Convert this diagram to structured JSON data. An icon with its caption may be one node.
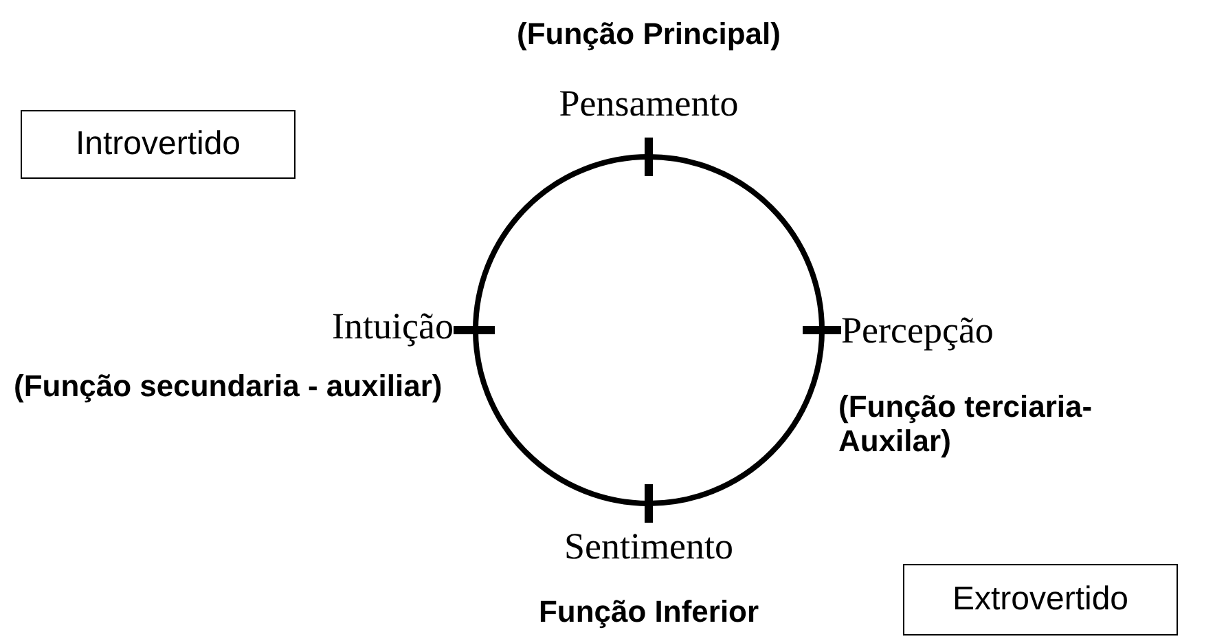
{
  "diagram": {
    "nodes": [
      {
        "text": [
          "Introvertido"
        ]
      },
      {
        "text": [],
        "shape": "circle"
      },
      {
        "text": [
          "Extrovertido"
        ]
      }
    ],
    "labels": [
      "(Função Principal)",
      "Pensamento",
      "Intuição",
      "(Função secundaria - auxiliar)",
      "Percepção",
      "(Função terciaria- Auxilar)",
      "Sentimento",
      "Função Inferior"
    ]
  }
}
